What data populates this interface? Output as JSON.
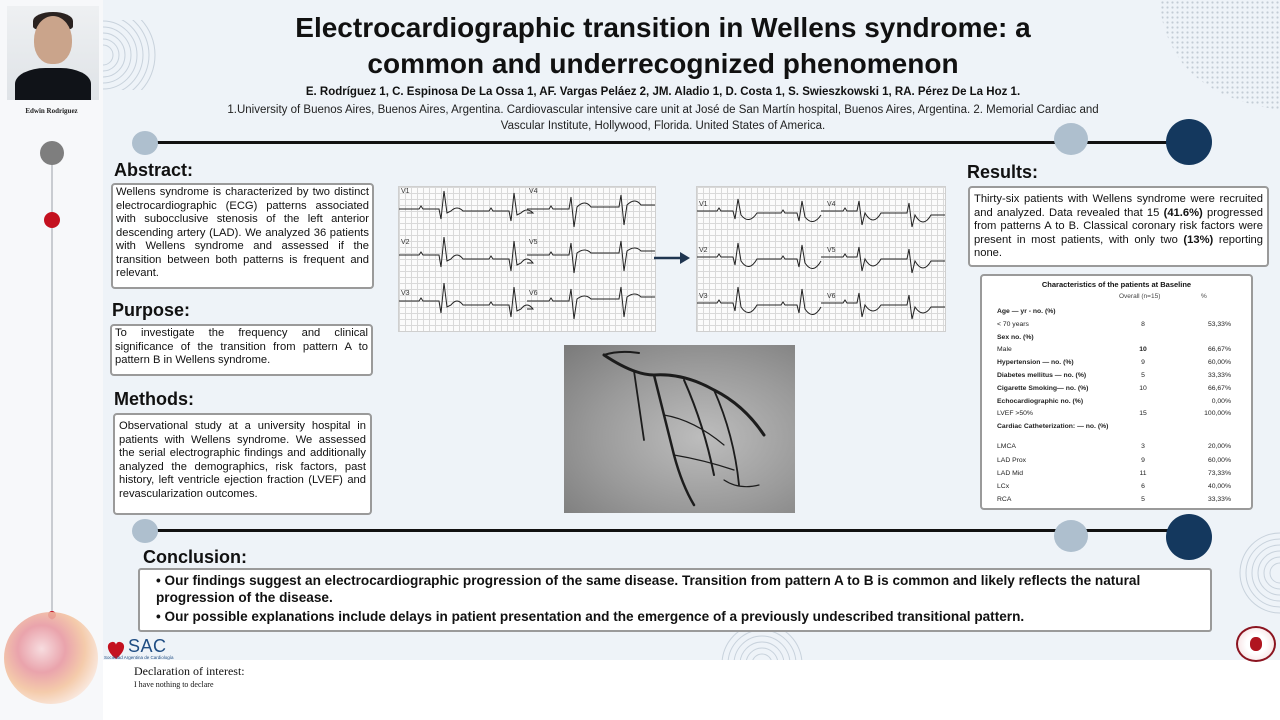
{
  "poster": {
    "title": "Electrocardiographic transition in Wellens syndrome: a common and underrecognized phenomenon",
    "authors": "E. Rodríguez 1, C. Espinosa De La Ossa 1, AF. Vargas Peláez 2, JM. Aladio 1, D. Costa 1, S. Swieszkowski 1, RA. Pérez De La Hoz 1.",
    "affiliations": "1.University of Buenos Aires, Buenos Aires, Argentina. Cardiovascular intensive care unit at José de San Martín hospital, Buenos Aires, Argentina. 2. Memorial Cardiac and Vascular Institute, Hollywood, Florida. United States of America."
  },
  "presenter": {
    "name": "Edwin Rodriguez"
  },
  "abstract": {
    "heading": "Abstract:",
    "text": "Wellens syndrome is characterized by two distinct electrocardiographic (ECG) patterns associated with subocclusive stenosis of the left anterior descending artery (LAD). We analyzed 36 patients with Wellens syndrome and assessed if the transition between both patterns is frequent and relevant."
  },
  "purpose": {
    "heading": "Purpose:",
    "text": "To investigate the frequency and clinical significance of the transition from pattern A to pattern B in Wellens syndrome."
  },
  "methods": {
    "heading": "Methods:",
    "text": "Observational study at a university hospital in patients with Wellens syndrome. We assessed the serial electrographic findings and additionally analyzed the demographics, risk factors, past history, left ventricle ejection fraction (LVEF) and revascularization outcomes."
  },
  "ecg": {
    "leads_left": [
      "V1",
      "V4",
      "V2",
      "V5",
      "V3",
      "V6"
    ],
    "leads_right": [
      "V1",
      "V4",
      "V2",
      "V5",
      "V3",
      "V6"
    ]
  },
  "results": {
    "heading": "Results:",
    "text_1": "Thirty-six patients with Wellens syndrome were recruited and analyzed. Data revealed that 15 ",
    "highlight_1": "(41.6%)",
    "text_2": " progressed from patterns A to B.  Classical coronary risk factors were present in most patients, with only two ",
    "highlight_2": "(13%)",
    "text_3": " reporting none."
  },
  "table": {
    "title": "Characteristics of the patients at Baseline",
    "col_overall": "Overall (n=15)",
    "col_pct": "%",
    "rows": [
      {
        "label": "Age — yr - no. (%)",
        "n": "",
        "pct": "",
        "bold": true
      },
      {
        "label": "< 70 years",
        "n": "8",
        "pct": "53,33%",
        "bold": false
      },
      {
        "label": "Sex no. (%)",
        "n": "",
        "pct": "",
        "bold": true
      },
      {
        "label": "Male",
        "n": "10",
        "pct": "66,67%",
        "bold": false
      },
      {
        "label": "Hypertension — no. (%)",
        "n": "9",
        "pct": "60,00%",
        "bold": true
      },
      {
        "label": "Diabetes mellitus — no. (%)",
        "n": "5",
        "pct": "33,33%",
        "bold": true
      },
      {
        "label": "Cigarette Smoking— no. (%)",
        "n": "10",
        "pct": "66,67%",
        "bold": true
      },
      {
        "label": "Echocardiographic no. (%)",
        "n": "",
        "pct": "0,00%",
        "bold": true
      },
      {
        "label": "LVEF >50%",
        "n": "15",
        "pct": "100,00%",
        "bold": false
      },
      {
        "label": "Cardiac Catheterization: — no. (%)",
        "n": "",
        "pct": "",
        "bold": true
      },
      {
        "label": "LMCA",
        "n": "3",
        "pct": "20,00%",
        "bold": false
      },
      {
        "label": "LAD Prox",
        "n": "9",
        "pct": "60,00%",
        "bold": false
      },
      {
        "label": "LAD Mid",
        "n": "11",
        "pct": "73,33%",
        "bold": false
      },
      {
        "label": "LCx",
        "n": "6",
        "pct": "40,00%",
        "bold": false
      },
      {
        "label": "RCA",
        "n": "5",
        "pct": "33,33%",
        "bold": false
      }
    ]
  },
  "conclusion": {
    "heading": "Conclusion:",
    "bullet_1": "• Our findings suggest an electrocardiographic progression of the same disease. Transition from pattern A to B is common and likely reflects the natural progression of the disease.",
    "bullet_2": "• Our possible explanations include delays in patient presentation and the emergence of a previously undescribed transitional pattern."
  },
  "footer": {
    "logo_text": "SAC",
    "logo_sub": "Sociedad Argentina de Cardiología",
    "declaration_title": "Declaration of interest:",
    "declaration_text": "I have nothing to declare"
  },
  "colors": {
    "navy_dot": "#14385e",
    "light_dot": "#aebfce",
    "red_dot": "#c4111f",
    "background": "#eef3f8"
  }
}
